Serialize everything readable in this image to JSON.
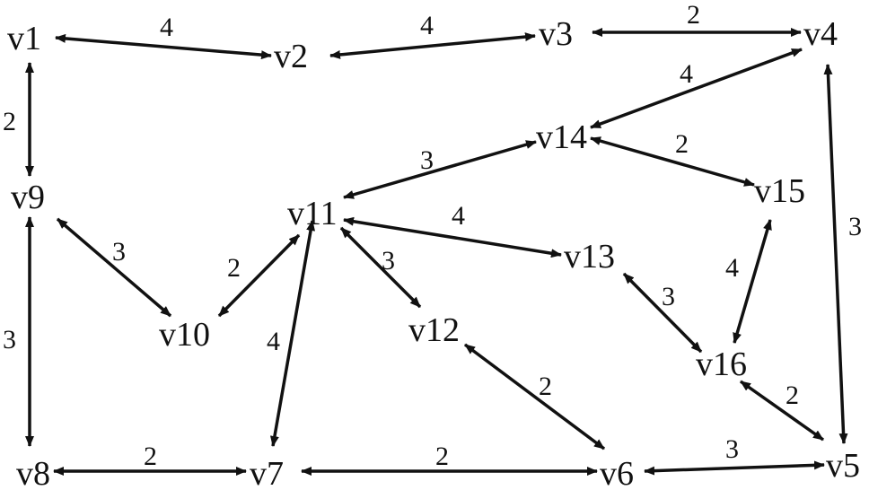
{
  "nodes": [
    {
      "id": "v1",
      "label": "v1"
    },
    {
      "id": "v2",
      "label": "v2"
    },
    {
      "id": "v3",
      "label": "v3"
    },
    {
      "id": "v4",
      "label": "v4"
    },
    {
      "id": "v5",
      "label": "v5"
    },
    {
      "id": "v6",
      "label": "v6"
    },
    {
      "id": "v7",
      "label": "v7"
    },
    {
      "id": "v8",
      "label": "v8"
    },
    {
      "id": "v9",
      "label": "v9"
    },
    {
      "id": "v10",
      "label": "v10"
    },
    {
      "id": "v11",
      "label": "v11"
    },
    {
      "id": "v12",
      "label": "v12"
    },
    {
      "id": "v13",
      "label": "v13"
    },
    {
      "id": "v14",
      "label": "v14"
    },
    {
      "id": "v15",
      "label": "v15"
    },
    {
      "id": "v16",
      "label": "v16"
    }
  ],
  "edges": [
    {
      "from": "v1",
      "to": "v2",
      "weight": "4"
    },
    {
      "from": "v2",
      "to": "v3",
      "weight": "4"
    },
    {
      "from": "v3",
      "to": "v4",
      "weight": "2"
    },
    {
      "from": "v1",
      "to": "v9",
      "weight": "2"
    },
    {
      "from": "v4",
      "to": "v14",
      "weight": "4"
    },
    {
      "from": "v4",
      "to": "v5",
      "weight": "3"
    },
    {
      "from": "v14",
      "to": "v11",
      "weight": "3"
    },
    {
      "from": "v14",
      "to": "v15",
      "weight": "2"
    },
    {
      "from": "v9",
      "to": "v10",
      "weight": "3"
    },
    {
      "from": "v9",
      "to": "v8",
      "weight": "3"
    },
    {
      "from": "v10",
      "to": "v11",
      "weight": "2"
    },
    {
      "from": "v11",
      "to": "v13",
      "weight": "4"
    },
    {
      "from": "v11",
      "to": "v12",
      "weight": "3"
    },
    {
      "from": "v11",
      "to": "v7",
      "weight": "4"
    },
    {
      "from": "v13",
      "to": "v16",
      "weight": "3"
    },
    {
      "from": "v15",
      "to": "v16",
      "weight": "4"
    },
    {
      "from": "v12",
      "to": "v6",
      "weight": "2"
    },
    {
      "from": "v16",
      "to": "v5",
      "weight": "2"
    },
    {
      "from": "v8",
      "to": "v7",
      "weight": "2"
    },
    {
      "from": "v7",
      "to": "v6",
      "weight": "2"
    },
    {
      "from": "v6",
      "to": "v5",
      "weight": "3"
    }
  ]
}
